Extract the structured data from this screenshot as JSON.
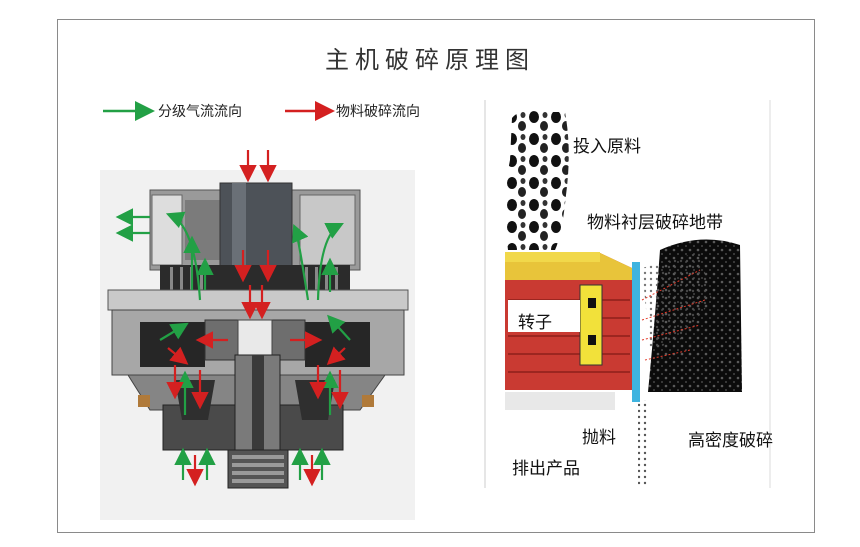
{
  "title": "主机破碎原理图",
  "legend": {
    "green_label": "分级气流流向",
    "red_label": "物料破碎流向",
    "green_color": "#22a045",
    "red_color": "#d42020"
  },
  "right_panel": {
    "feed_label": "投入原料",
    "lining_label": "物料衬层破碎地带",
    "rotor_label": "转子",
    "throw_label": "抛料",
    "dense_label": "高密度破碎",
    "discharge_label": "排出产品"
  }
}
